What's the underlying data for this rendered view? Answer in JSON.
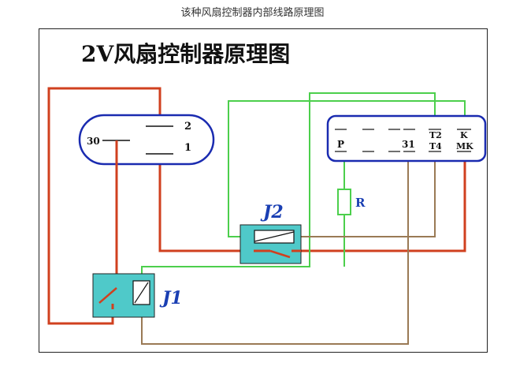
{
  "caption": "该种风扇控制器内部线路原理图",
  "diagram_title": "2V风扇控制器原理图",
  "switch": {
    "common": "30",
    "pin2": "2",
    "pin1": "1"
  },
  "relay1": {
    "label": "J1"
  },
  "relay2": {
    "label": "J2"
  },
  "resistor": {
    "label": "R"
  },
  "controller": {
    "pin_p": "P",
    "pin_31": "31",
    "pin_t2": "T2",
    "pin_t4": "T4",
    "pin_k": "K",
    "pin_mk": "MK"
  },
  "colors": {
    "red": "#d0401f",
    "green": "#4ccf4c",
    "brown": "#9a7a55",
    "blue": "#1a2bb0",
    "relay_fill": "#4fc9c9"
  }
}
